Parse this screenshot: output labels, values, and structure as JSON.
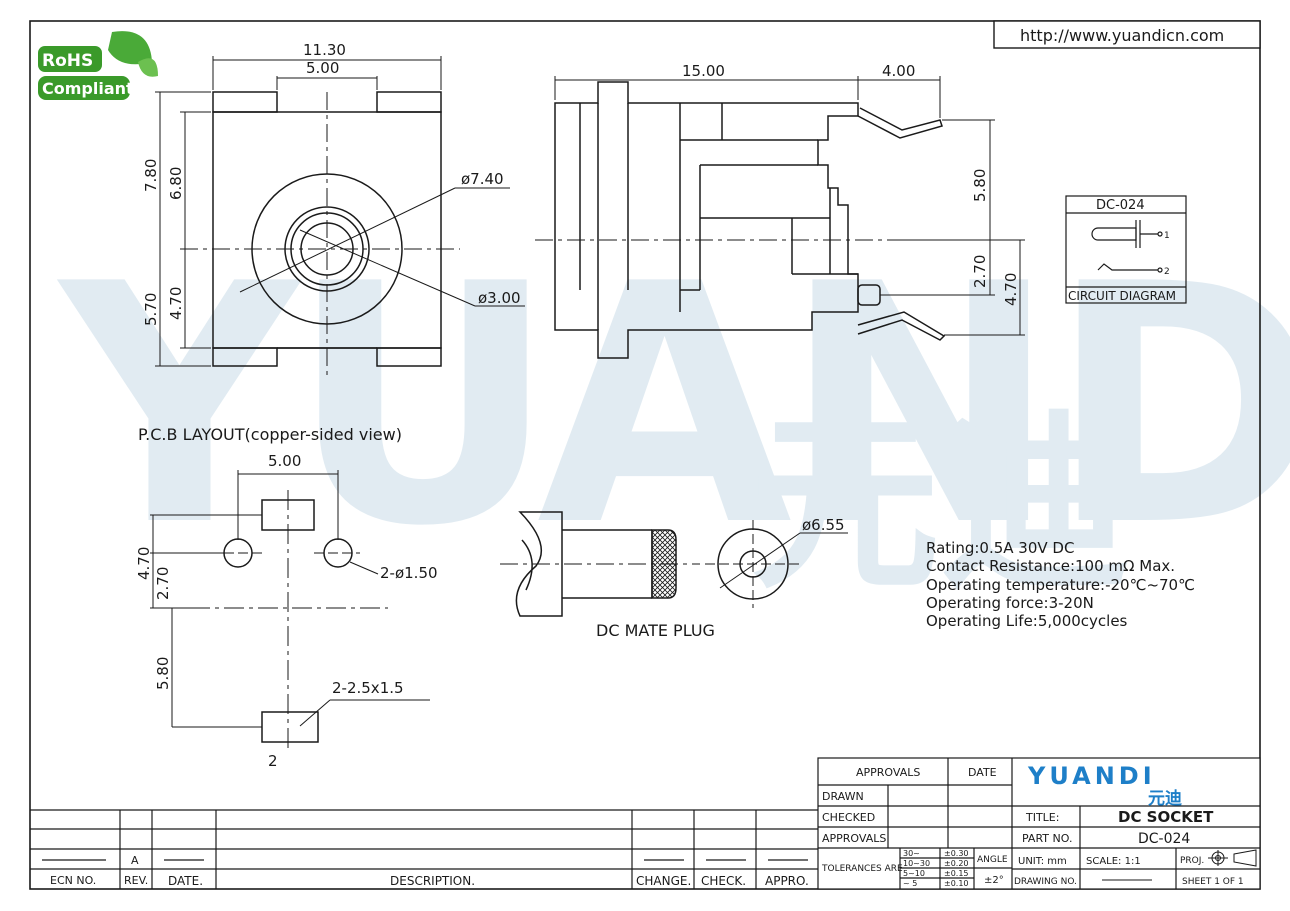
{
  "website": "http://www.yuandicn.com",
  "rohs": {
    "line1": "RoHS",
    "line2": "Compliant"
  },
  "watermark": {
    "latin": "YUANDI",
    "cjk": "元迪"
  },
  "front_view": {
    "dim_width": "11.30",
    "dim_slot": "5.00",
    "dim_height_total": "7.80",
    "dim_height_upper": "6.80",
    "dim_height_lower": "5.70",
    "dim_height_lower_inner": "4.70",
    "dia_outer": "ø7.40",
    "dia_inner": "ø3.00"
  },
  "side_view": {
    "dim_length": "15.00",
    "dim_pin": "4.00",
    "dim_upper": "5.80",
    "dim_mid": "2.70",
    "dim_lower": "4.70"
  },
  "circuit": {
    "title": "DC-024",
    "caption": "CIRCUIT  DIAGRAM",
    "pin1": "1",
    "pin2": "2"
  },
  "pcb": {
    "title": "P.C.B  LAYOUT(copper-sided  view)",
    "dim_width": "5.00",
    "dim_4_70": "4.70",
    "dim_2_70": "2.70",
    "dim_5_80": "5.80",
    "hole_note": "2-ø1.50",
    "slot_note": "2-2.5x1.5",
    "pin_label": "2"
  },
  "mate_plug": {
    "caption": "DC  MATE  PLUG",
    "dia": "ø6.55"
  },
  "specs": [
    "Rating:0.5A  30V  DC",
    "Contact  Resistance:100  mΩ  Max.",
    "Operating  temperature:-20℃~70℃",
    "Operating  force:3-20N",
    "Operating  Life:5,000cycles"
  ],
  "title_block": {
    "approvals_header": "APPROVALS",
    "date_header": "DATE",
    "drawn": "DRAWN",
    "checked": "CHECKED",
    "approvals": "APPROVALS",
    "tolerances": "TOLERANCES  ARE",
    "tol_rows": [
      {
        "range": "30~",
        "val": "±0.30"
      },
      {
        "range": "10~30",
        "val": "±0.20"
      },
      {
        "range": "5~10",
        "val": "±0.15"
      },
      {
        "range": "~ 5",
        "val": "±0.10"
      }
    ],
    "angle": "ANGLE",
    "angle_val": "±2°",
    "logo_latin": "YUANDI",
    "logo_cjk": "元迪",
    "title_label": "TITLE:",
    "title_value": "DC SOCKET",
    "part_label": "PART  NO.",
    "part_value": "DC-024",
    "unit": "UNIT:  mm",
    "scale": "SCALE:    1:1",
    "proj": "PROJ.",
    "drawing_no": "DRAWING  NO.",
    "sheet": "SHEET    1  OF  1"
  },
  "revision_block": {
    "rev_value": "A",
    "ecn": "ECN  NO.",
    "rev": "REV.",
    "date": "DATE.",
    "description": "DESCRIPTION.",
    "change": "CHANGE.",
    "check": "CHECK.",
    "appro": "APPRO."
  },
  "colors": {
    "line": "#1a1a1a",
    "watermark": "#c9dce8",
    "watermark_green": "#c8e6c0",
    "logo_blue": "#1e7fc8",
    "rohs_green": "#3a9a2a"
  }
}
